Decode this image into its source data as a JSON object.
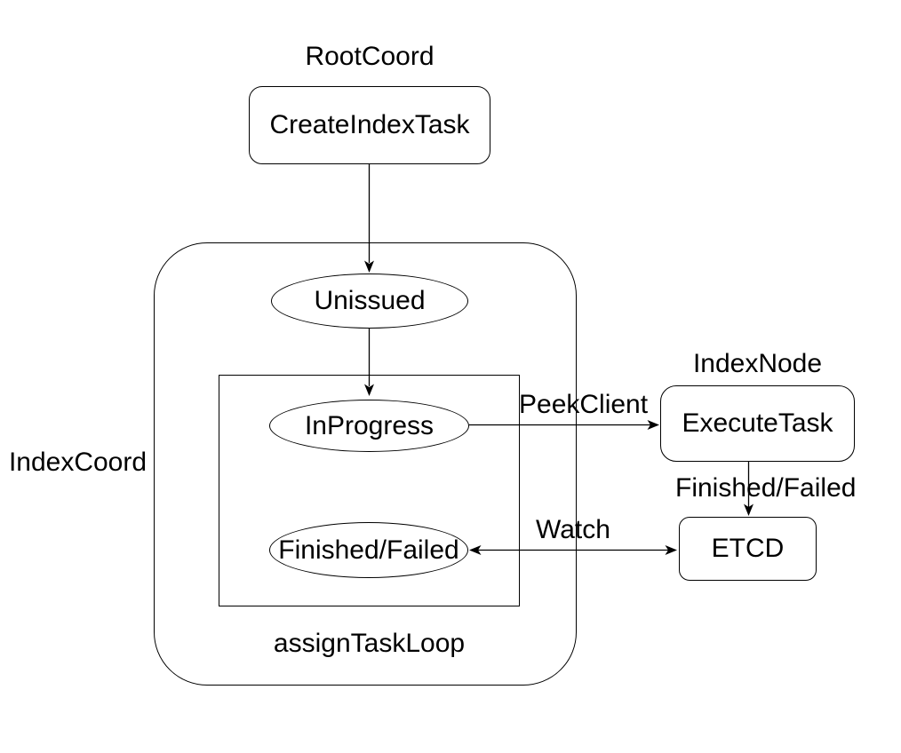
{
  "diagram": {
    "labels": {
      "root_coord": "RootCoord",
      "index_coord": "IndexCoord",
      "index_node": "IndexNode",
      "assign_task_loop": "assignTaskLoop"
    },
    "nodes": {
      "create_index_task": "CreateIndexTask",
      "unissued": "Unissued",
      "in_progress": "InProgress",
      "finished_failed": "Finished/Failed",
      "execute_task": "ExecuteTask",
      "etcd": "ETCD"
    },
    "edge_labels": {
      "peek_client": "PeekClient",
      "finished_failed": "Finished/Failed",
      "watch": "Watch"
    },
    "colors": {
      "stroke": "#000000",
      "text": "#000000",
      "background": "#ffffff"
    }
  }
}
